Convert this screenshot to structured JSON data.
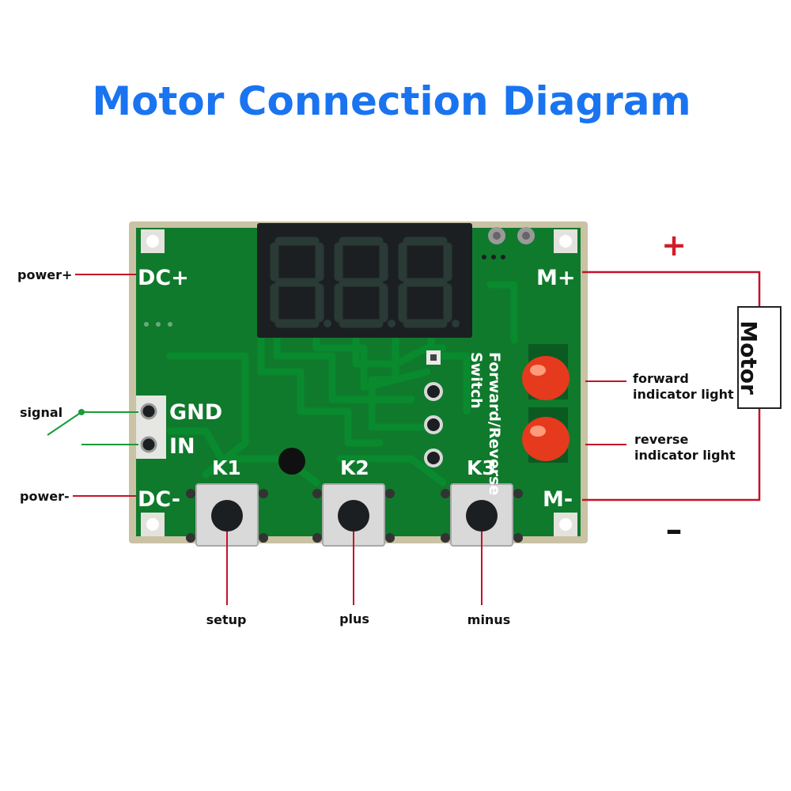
{
  "title": "Motor Connection Diagram",
  "board_labels": {
    "dc_plus": "DC+",
    "dc_minus": "DC-",
    "gnd": "GND",
    "in": "IN",
    "k1": "K1",
    "k2": "K2",
    "k3": "K3",
    "m_plus": "M+",
    "m_minus": "M-",
    "switch_line1": "Forward/Reverse",
    "switch_line2": "Switch"
  },
  "callouts": {
    "power_plus": "power+",
    "signal": "signal",
    "power_minus": "power-",
    "setup": "setup",
    "plus": "plus",
    "minus": "minus",
    "forward_line1": "forward",
    "forward_line2": "indicator light",
    "reverse_line1": "reverse",
    "reverse_line2": "indicator light"
  },
  "motor": {
    "label": "Motor",
    "plus_sign": "+",
    "minus_sign": "–"
  },
  "colors": {
    "title": "#1a74f0",
    "board": "#0f7a2c",
    "board_edge": "#c9c2a4",
    "wire_red": "#c4122a",
    "wire_green": "#1a9a3a",
    "led": "#e53a1e",
    "display": "#1c1f22"
  },
  "icons": {
    "display": "seven-segment-display-icon",
    "buttons": "tactile-push-button-icon",
    "leds": "led-icon",
    "motor": "motor-box-icon"
  }
}
